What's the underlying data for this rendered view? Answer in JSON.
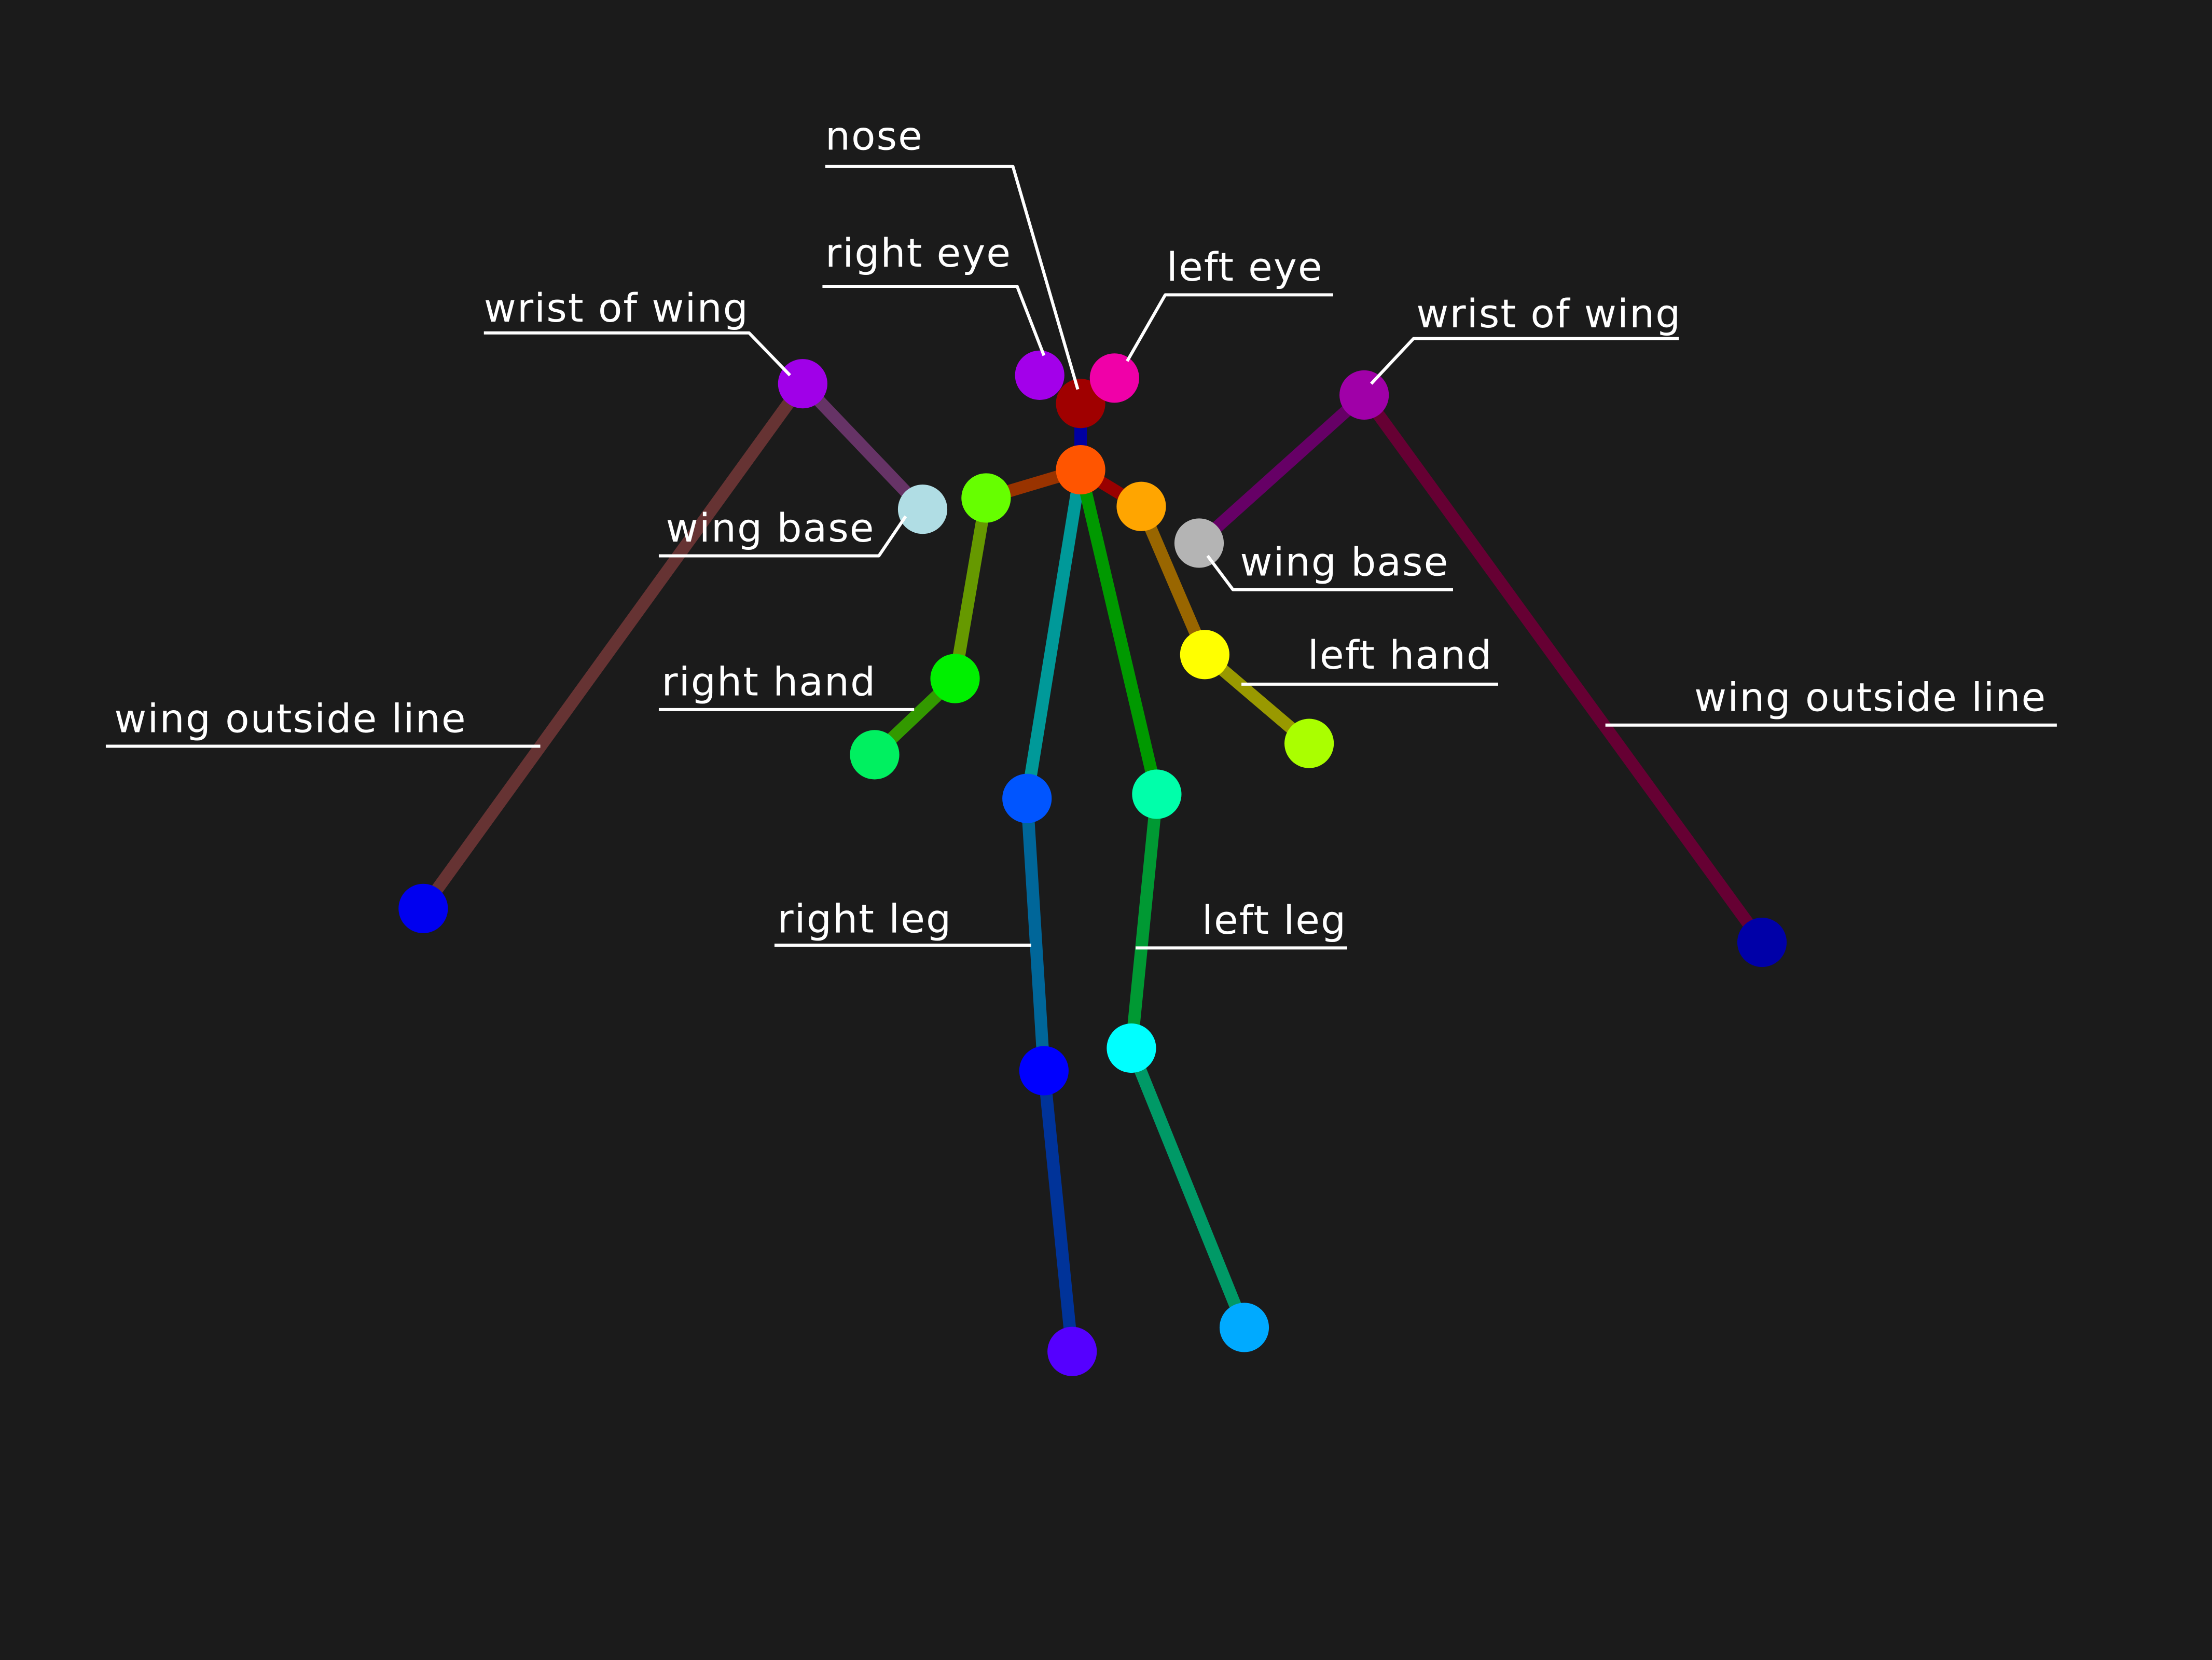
{
  "diagram": {
    "background_color": "#1b1b1b",
    "label_color": "#ffffff",
    "keypoints": [
      {
        "id": "nose",
        "color": "#a00000"
      },
      {
        "id": "right-eye",
        "color": "#a300ea"
      },
      {
        "id": "left-eye",
        "color": "#f000a8"
      },
      {
        "id": "neck",
        "color": "#ff5500"
      },
      {
        "id": "right-shoulder",
        "color": "#66ff00"
      },
      {
        "id": "right-elbow",
        "color": "#00f000"
      },
      {
        "id": "right-hand",
        "color": "#00f060"
      },
      {
        "id": "left-shoulder",
        "color": "#ffa500"
      },
      {
        "id": "left-elbow",
        "color": "#ffff00"
      },
      {
        "id": "left-hand",
        "color": "#aaff00"
      },
      {
        "id": "right-hip",
        "color": "#0055ff"
      },
      {
        "id": "right-knee",
        "color": "#0000ff"
      },
      {
        "id": "right-foot",
        "color": "#5500ff"
      },
      {
        "id": "left-hip",
        "color": "#00ffaa"
      },
      {
        "id": "left-knee",
        "color": "#00ffff"
      },
      {
        "id": "left-foot",
        "color": "#00aaff"
      },
      {
        "id": "right-wing-base",
        "color": "#b0dde4"
      },
      {
        "id": "right-wing-wrist",
        "color": "#a000e8"
      },
      {
        "id": "right-wing-tip",
        "color": "#0000f0"
      },
      {
        "id": "left-wing-base",
        "color": "#b4b4b4"
      },
      {
        "id": "left-wing-wrist",
        "color": "#a000a8"
      },
      {
        "id": "left-wing-tip",
        "color": "#0000a8"
      }
    ],
    "bones": [
      {
        "from": "nose",
        "to": "neck",
        "color": "#0000a0"
      },
      {
        "from": "neck",
        "to": "right-shoulder",
        "color": "#993300"
      },
      {
        "from": "right-shoulder",
        "to": "right-elbow",
        "color": "#669900"
      },
      {
        "from": "right-elbow",
        "to": "right-hand",
        "color": "#339900"
      },
      {
        "from": "neck",
        "to": "left-shoulder",
        "color": "#990000"
      },
      {
        "from": "left-shoulder",
        "to": "left-elbow",
        "color": "#996600"
      },
      {
        "from": "left-elbow",
        "to": "left-hand",
        "color": "#999900"
      },
      {
        "from": "neck",
        "to": "right-hip",
        "color": "#009999"
      },
      {
        "from": "right-hip",
        "to": "right-knee",
        "color": "#006699"
      },
      {
        "from": "right-knee",
        "to": "right-foot",
        "color": "#003399"
      },
      {
        "from": "neck",
        "to": "left-hip",
        "color": "#009900"
      },
      {
        "from": "left-hip",
        "to": "left-knee",
        "color": "#009933"
      },
      {
        "from": "left-knee",
        "to": "left-foot",
        "color": "#009966"
      },
      {
        "from": "right-wing-base",
        "to": "right-wing-wrist",
        "color": "#663366"
      },
      {
        "from": "right-wing-wrist",
        "to": "right-wing-tip",
        "color": "#663333"
      },
      {
        "from": "left-wing-base",
        "to": "left-wing-wrist",
        "color": "#660066"
      },
      {
        "from": "left-wing-wrist",
        "to": "left-wing-tip",
        "color": "#660033"
      }
    ],
    "labels": [
      {
        "id": "nose",
        "text": "nose"
      },
      {
        "id": "right-eye",
        "text": "right eye"
      },
      {
        "id": "left-eye",
        "text": "left eye"
      },
      {
        "id": "right-wing-wrist",
        "text": "wrist of wing"
      },
      {
        "id": "left-wing-wrist",
        "text": "wrist of wing"
      },
      {
        "id": "right-wing-base",
        "text": "wing base"
      },
      {
        "id": "left-wing-base",
        "text": "wing base"
      },
      {
        "id": "right-hand",
        "text": "right hand"
      },
      {
        "id": "left-hand",
        "text": "left hand"
      },
      {
        "id": "right-wing-outside",
        "text": "wing outside line"
      },
      {
        "id": "left-wing-outside",
        "text": "wing outside line"
      },
      {
        "id": "right-leg",
        "text": "right leg"
      },
      {
        "id": "left-leg",
        "text": "left leg"
      }
    ]
  }
}
